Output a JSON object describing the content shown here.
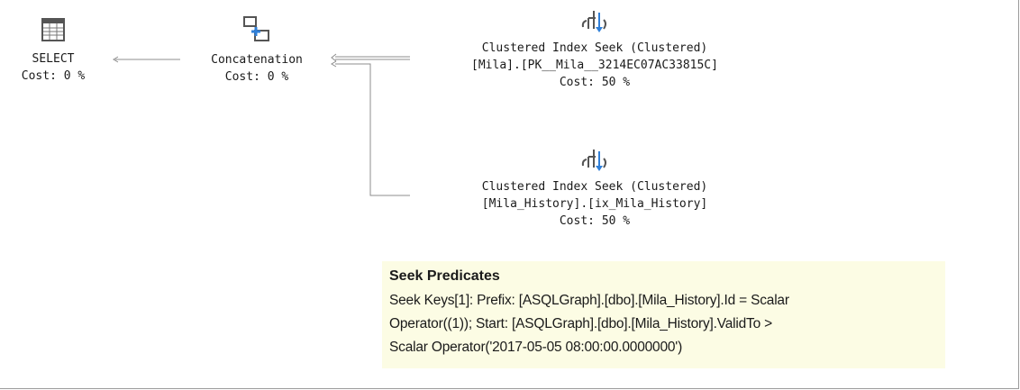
{
  "nodes": {
    "select": {
      "name": "SELECT",
      "cost": "Cost: 0 %",
      "icon": "table-grid-icon"
    },
    "concatenation": {
      "name": "Concatenation",
      "cost": "Cost: 0 %",
      "icon": "concatenation-icon"
    },
    "seek1": {
      "name": "Clustered Index Seek (Clustered)",
      "object": "[Mila].[PK__Mila__3214EC07AC33815C]",
      "cost": "Cost: 50 %",
      "icon": "clustered-index-seek-icon"
    },
    "seek2": {
      "name": "Clustered Index Seek (Clustered)",
      "object": "[Mila_History].[ix_Mila_History]",
      "cost": "Cost: 50 %",
      "icon": "clustered-index-seek-icon"
    }
  },
  "tooltip": {
    "title": "Seek Predicates",
    "line1": "Seek Keys[1]: Prefix: [ASQLGraph].[dbo].[Mila_History].Id = Scalar",
    "line2": "Operator((1)); Start: [ASQLGraph].[dbo].[Mila_History].ValidTo >",
    "line3": "Scalar Operator('2017-05-05 08:00:00.0000000')"
  },
  "colors": {
    "tooltip_bg": "#fcfce4",
    "connector": "#8c8c8c",
    "icon_blue": "#2f7fd8"
  }
}
